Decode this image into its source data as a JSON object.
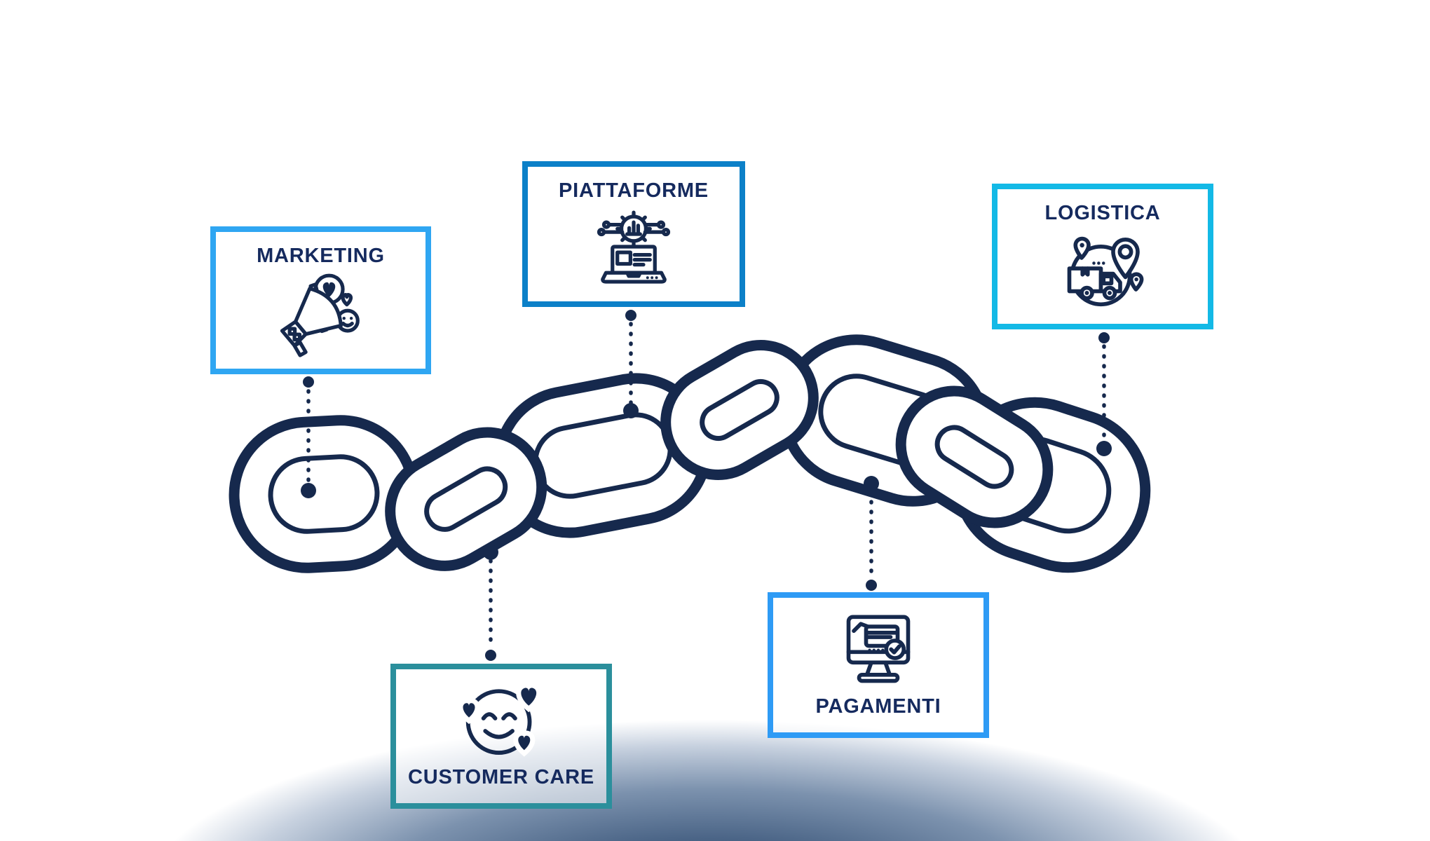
{
  "nodes": {
    "marketing": {
      "label": "MARKETING",
      "accent": "#2FA6F2",
      "icon": "megaphone-hearts-icon"
    },
    "piattaforme": {
      "label": "PIATTAFORME",
      "accent": "#0C80C8",
      "icon": "laptop-analytics-gear-icon"
    },
    "logistica": {
      "label": "LOGISTICA",
      "accent": "#13B9E6",
      "icon": "delivery-truck-location-pins-icon"
    },
    "customer_care": {
      "label": "CUSTOMER CARE",
      "accent": "#2B8F9C",
      "icon": "smiling-face-hearts-icon"
    },
    "pagamenti": {
      "label": "PAGAMENTI",
      "accent": "#2E9BF5",
      "icon": "monitor-card-payment-check-icon"
    }
  },
  "colors": {
    "line_navy": "#16294D",
    "label_text": "#152A5E",
    "chain_fill": "#FFFFFF",
    "background_bottom_gradient": "#2F4A6B"
  }
}
